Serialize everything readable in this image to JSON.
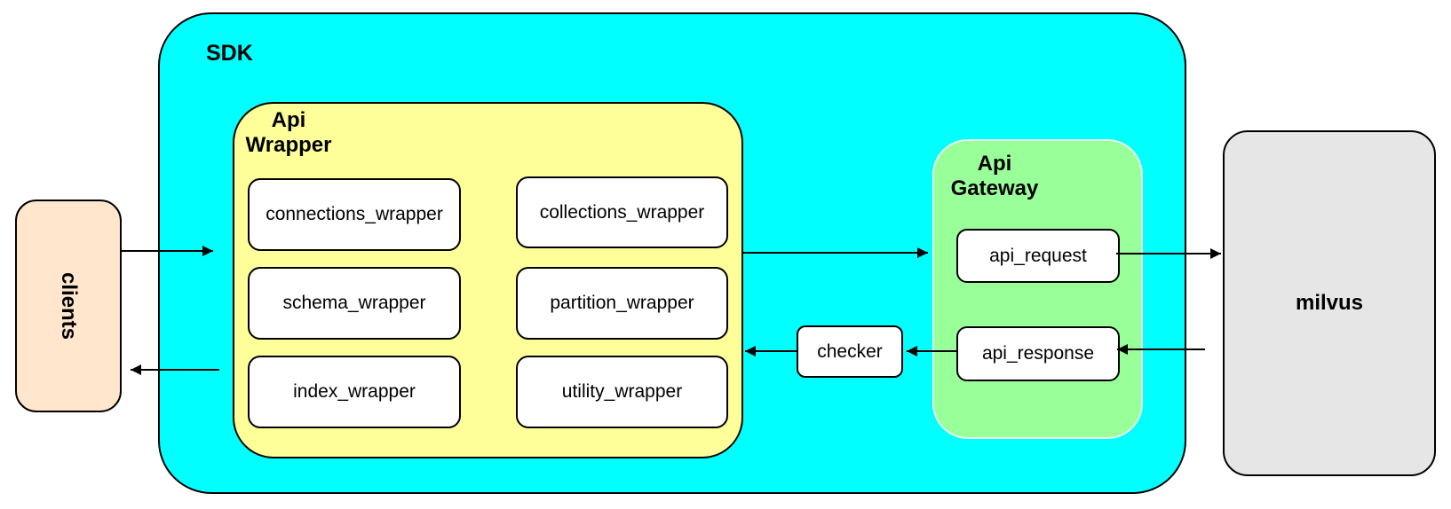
{
  "colors": {
    "sdk_fill": "#00FFFF",
    "api_wrapper_fill": "#FFFF99",
    "api_gateway_fill": "#99FF99",
    "clients_fill": "#FFE6CC",
    "milvus_fill": "#E6E6E6",
    "module_fill": "#FFFFFF",
    "stroke": "#000000"
  },
  "clients": {
    "label": "clients"
  },
  "sdk": {
    "label": "SDK"
  },
  "api_wrapper": {
    "label_line1": "Api",
    "label_line2": "Wrapper",
    "modules": [
      {
        "label": "connections_wrapper"
      },
      {
        "label": "collections_wrapper"
      },
      {
        "label": "schema_wrapper"
      },
      {
        "label": "partition_wrapper"
      },
      {
        "label": "index_wrapper"
      },
      {
        "label": "utility_wrapper"
      }
    ]
  },
  "checker": {
    "label": "checker"
  },
  "api_gateway": {
    "label_line1": "Api",
    "label_line2": "Gateway",
    "modules": [
      {
        "label": "api_request"
      },
      {
        "label": "api_response"
      }
    ]
  },
  "milvus": {
    "label": "milvus"
  }
}
